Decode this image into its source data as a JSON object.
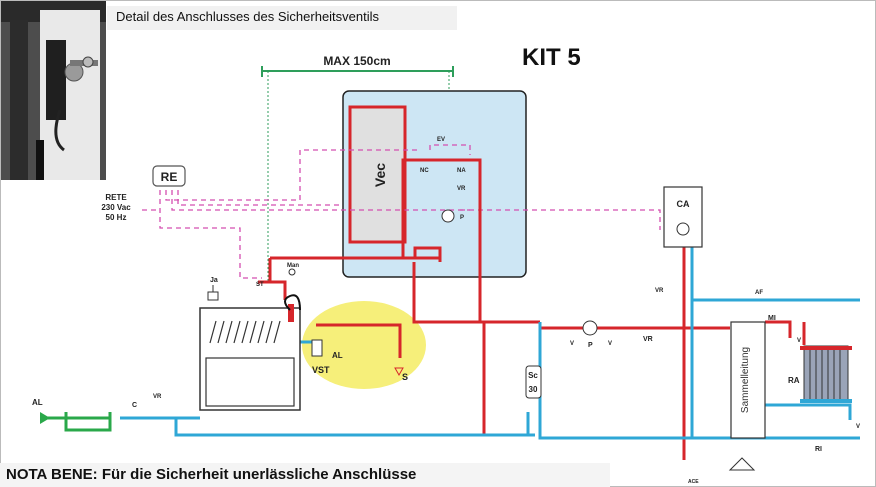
{
  "header": {
    "title": "Detail des Anschlusses des Sicherheitsventils",
    "kit": "KIT 5"
  },
  "footer": {
    "note": "NOTA BENE: Für die Sicherheit unerlässliche Anschlüsse"
  },
  "labels": {
    "max": "MAX 150cm",
    "vec": "Vec",
    "re": "RE",
    "rete_1": "RETE",
    "rete_2": "230 Vac",
    "rete_3": "50 Hz",
    "ca": "CA",
    "ev": "EV",
    "nc": "NC",
    "na": "NA",
    "vr": "VR",
    "p": "P",
    "st": "ST",
    "man": "Man",
    "ja": "Ja",
    "al": "AL",
    "vst": "VST",
    "s": "S",
    "sc": "Sc",
    "sc_num": "30",
    "c": "C",
    "v": "V",
    "af": "AF",
    "mi": "MI",
    "ra": "RA",
    "ri": "RI",
    "sammelleitung": "Sammelleitung",
    "ace": "ACE"
  },
  "colors": {
    "hot_pipe": "#d6262b",
    "cold_pipe": "#2fa7d6",
    "feed_pipe": "#2aa84a",
    "electric": "#d44fb0",
    "tank_bg": "#cde6f4",
    "highlight": "#f6ef7a",
    "dimension": "#2e9e5b"
  }
}
